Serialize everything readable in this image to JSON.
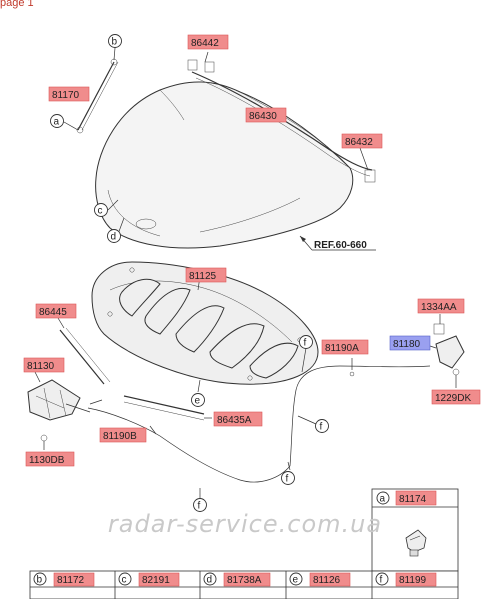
{
  "page_label": "page 1",
  "watermark": "radar-service.com.ua",
  "reference": "REF.60-660",
  "parts": {
    "p86442": "86442",
    "p81170": "81170",
    "p86430": "86430",
    "p86432": "86432",
    "p81125": "81125",
    "p86445": "86445",
    "p81130": "81130",
    "p81190A": "81190A",
    "p81180": "81180",
    "p1334AA": "1334AA",
    "p1229DK": "1229DK",
    "p86435A": "86435A",
    "p81190B": "81190B",
    "p1130DB": "1130DB"
  },
  "callouts": {
    "a": "a",
    "b": "b",
    "c": "c",
    "d": "d",
    "e": "e",
    "f": "f"
  },
  "legend": [
    {
      "letter": "a",
      "part": "81174"
    },
    {
      "letter": "b",
      "part": "81172"
    },
    {
      "letter": "c",
      "part": "82191"
    },
    {
      "letter": "d",
      "part": "81738A"
    },
    {
      "letter": "e",
      "part": "81126"
    },
    {
      "letter": "f",
      "part": "81199"
    }
  ]
}
